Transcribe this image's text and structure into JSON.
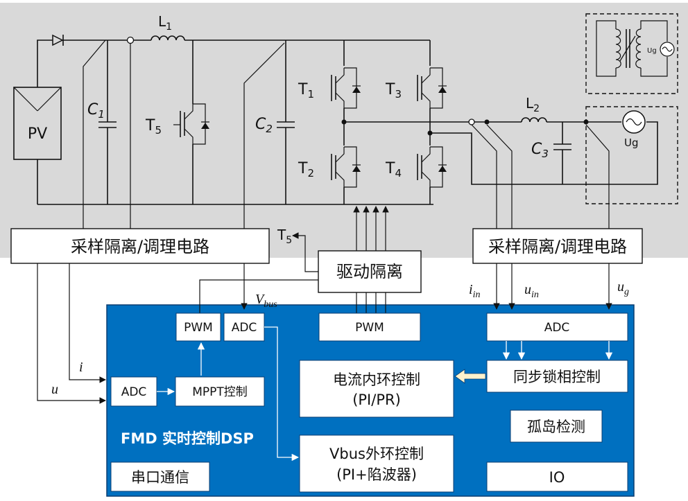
{
  "labels": {
    "pv": "PV",
    "L1": "L",
    "L1_sub": "1",
    "L2": "L",
    "L2_sub": "2",
    "C1": "C",
    "C1_sub": "1",
    "C2": "C",
    "C2_sub": "2",
    "C3": "C",
    "C3_sub": "3",
    "T1": "T",
    "T1_sub": "1",
    "T2": "T",
    "T2_sub": "2",
    "T3": "T",
    "T3_sub": "3",
    "T4": "T",
    "T4_sub": "4",
    "T5": "T",
    "T5_sub": "5",
    "T5_out": "T",
    "T5_out_sub": "5",
    "ug_small": "Ug",
    "ug": "Ug"
  },
  "blocks": {
    "sampling_left": "采样隔离/调理电路",
    "sampling_right": "采样隔离/调理电路",
    "drive_isolation": "驱动隔离",
    "pwm_small": "PWM",
    "adc_small": "ADC",
    "pwm_center": "PWM",
    "adc_right": "ADC",
    "mppt": "MPPT控制",
    "adc_left": "ADC",
    "current_loop_line1": "电流内环控制",
    "current_loop_line2": "(PI/PR)",
    "pll": "同步锁相控制",
    "island": "孤岛检测",
    "vbus_loop_line1": "Vbus外环控制",
    "vbus_loop_line2": "(PI+陷波器)",
    "serial": "串口通信",
    "io": "IO",
    "dsp_title": "FMD 实时控制DSP"
  },
  "signals": {
    "vbus": "V",
    "vbus_sub": "bus",
    "i_in": "i",
    "i_in_sub": "in",
    "u_in": "u",
    "u_in_sub": "in",
    "u_g": "u",
    "u_g_sub": "g",
    "i": "i",
    "u": "u"
  },
  "colors": {
    "top_bg": "#d9d9d9",
    "dsp_blue": "#0070c0",
    "line": "#111111",
    "white": "#ffffff",
    "arrow_fill": "#fff2cc"
  }
}
